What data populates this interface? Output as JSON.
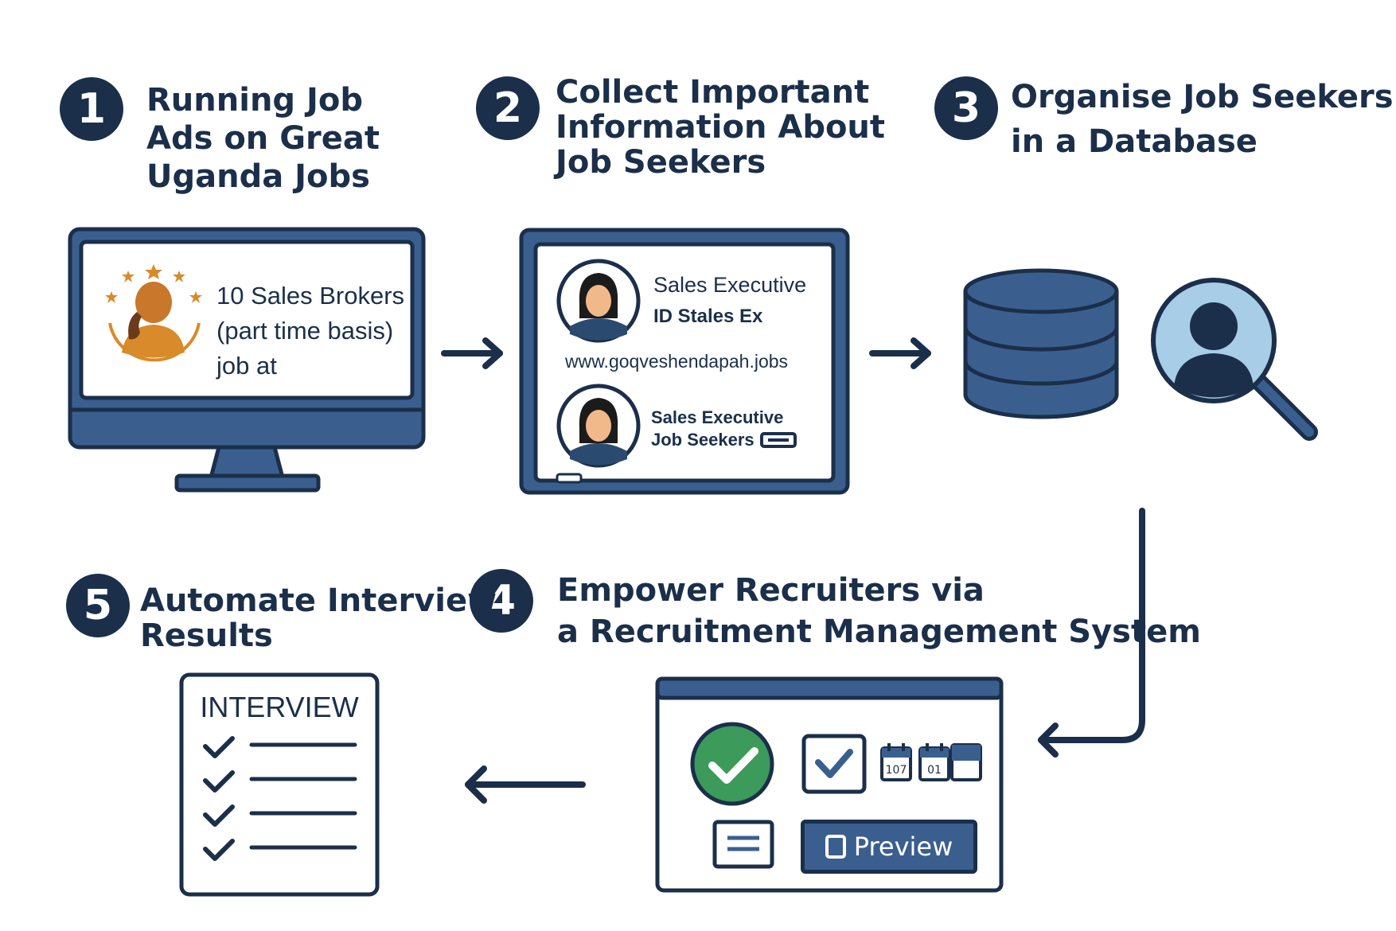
{
  "colors": {
    "navy": "#1b2f4a",
    "steel_blue": "#3a5f8f",
    "light_blue": "#a8cde6",
    "green": "#3c9a5a",
    "orange": "#d98a2a"
  },
  "steps": [
    {
      "number": "1",
      "title_lines": [
        "Running Job",
        "Ads on Great",
        "Uganda Jobs"
      ]
    },
    {
      "number": "2",
      "title_lines": [
        "Collect Important",
        "Information About",
        "Job Seekers"
      ]
    },
    {
      "number": "3",
      "title_lines": [
        "Organise Job Seekers",
        "in a Database"
      ]
    },
    {
      "number": "4",
      "title_lines": [
        "Empower Recruiters via",
        "a Recruitment Management System"
      ]
    },
    {
      "number": "5",
      "title_lines": [
        "Automate Interview",
        "Results"
      ]
    }
  ],
  "monitor": {
    "ad_lines": [
      "10 Sales Brokers",
      "(part time basis)",
      "job at"
    ]
  },
  "profiles": {
    "card1_title": "Sales Executive",
    "card1_subtitle": "ID Stales Ex",
    "url": "www.goqveshendapah.jobs",
    "card2_title": "Sales Executive",
    "card2_subtitle": "Job Seekers"
  },
  "rms": {
    "calendar_1": "107",
    "calendar_2": "01",
    "preview_label": "Preview"
  },
  "interview": {
    "heading": "INTERVIEW"
  },
  "icons": [
    "star-icon",
    "user-avatar-icon",
    "database-icon",
    "magnifier-user-icon",
    "check-circle-icon",
    "checkbox-icon",
    "calendar-icon",
    "message-icon",
    "search-icon",
    "checkmark-icon",
    "arrow-right-icon",
    "arrow-left-icon",
    "elbow-arrow-icon"
  ]
}
